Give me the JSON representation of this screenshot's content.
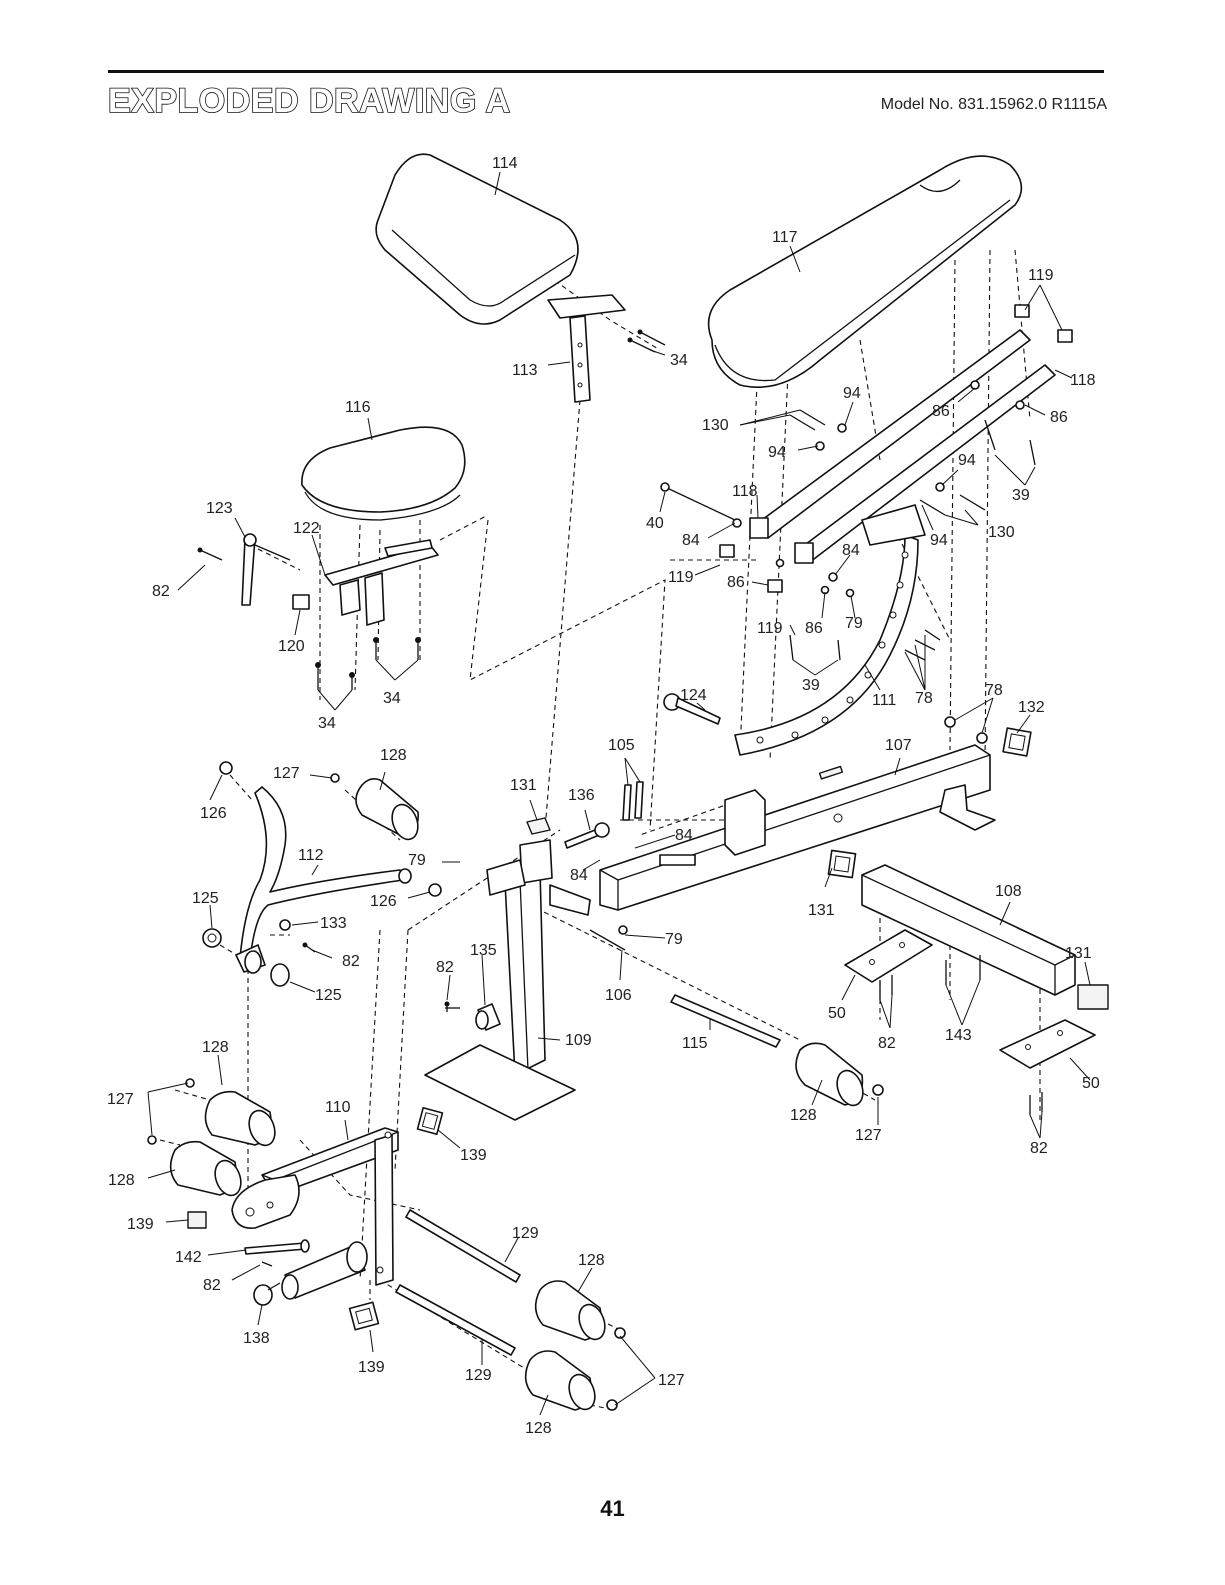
{
  "header": {
    "title": "EXPLODED DRAWING A",
    "model": "Model No. 831.15962.0 R1115A"
  },
  "footer": {
    "page_number": "41"
  },
  "callouts": {
    "c114": "114",
    "c117": "117",
    "c119a": "119",
    "c113": "113",
    "c34a": "34",
    "c118a": "118",
    "c116": "116",
    "c94a": "94",
    "c130a": "130",
    "c86a": "86",
    "c86b": "86",
    "c94b": "94",
    "c94c": "94",
    "c39a": "39",
    "c123": "123",
    "c122": "122",
    "c118b": "118",
    "c40": "40",
    "c84a": "84",
    "c94d": "94",
    "c130b": "130",
    "c84b": "84",
    "c119b": "119",
    "c86c": "86",
    "c82a": "82",
    "c120": "120",
    "c119c": "119",
    "c86d": "86",
    "c79a": "79",
    "c39b": "39",
    "c111": "111",
    "c78a": "78",
    "c34b": "34",
    "c34c": "34",
    "c78b": "78",
    "c132": "132",
    "c124": "124",
    "c107": "107",
    "c128a": "128",
    "c105": "105",
    "c127a": "127",
    "c131a": "131",
    "c136": "136",
    "c126a": "126",
    "c84c": "84",
    "c112": "112",
    "c79b": "79",
    "c84d": "84",
    "c126b": "126",
    "c131b": "131",
    "c108": "108",
    "c125a": "125",
    "c133": "133",
    "c79c": "79",
    "c131c": "131",
    "c82b": "82",
    "c135": "135",
    "c82c": "82",
    "c125b": "125",
    "c106": "106",
    "c50a": "50",
    "c143": "143",
    "c82d": "82",
    "c109": "109",
    "c115": "115",
    "c128b": "128",
    "c50b": "50",
    "c127b": "127",
    "c110": "110",
    "c128c": "128",
    "c127c": "127",
    "c82e": "82",
    "c139a": "139",
    "c128d": "128",
    "c139b": "139",
    "c129a": "129",
    "c142": "142",
    "c128e": "128",
    "c82f": "82",
    "c138": "138",
    "c139c": "139",
    "c129b": "129",
    "c127d": "127",
    "c128f": "128"
  }
}
